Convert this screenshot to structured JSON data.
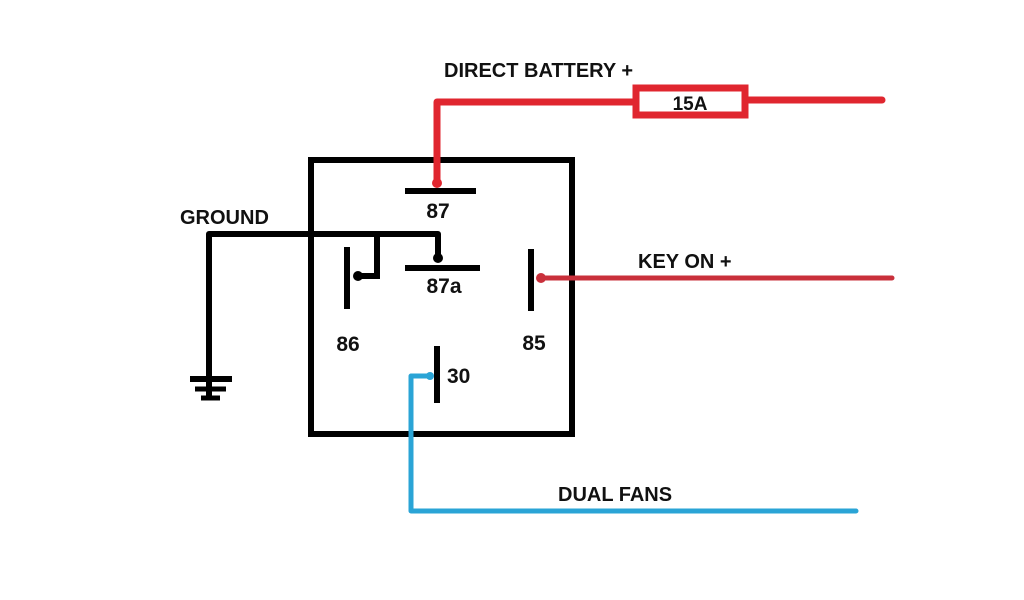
{
  "diagram": {
    "title": "Relay wiring diagram",
    "colors": {
      "battery_wire": "#e0262f",
      "key_wire": "#c9303b",
      "fan_wire": "#2aa4d6",
      "ground_wire": "#000000",
      "relay_outline": "#000000",
      "text": "#111111"
    },
    "wire_labels": {
      "battery": "DIRECT BATTERY +",
      "ground": "GROUND",
      "key_on": "KEY ON +",
      "fans": "DUAL FANS"
    },
    "fuse": {
      "rating": "15A"
    },
    "pins": {
      "p87": "87",
      "p87a": "87a",
      "p86": "86",
      "p85": "85",
      "p30": "30"
    },
    "connections": [
      {
        "from": "DIRECT BATTERY +",
        "via": "15A fuse",
        "to": "87"
      },
      {
        "from": "GROUND",
        "to": "86"
      },
      {
        "from": "GROUND",
        "to": "87a"
      },
      {
        "from": "KEY ON +",
        "to": "85"
      },
      {
        "from": "30",
        "to": "DUAL FANS"
      }
    ]
  }
}
